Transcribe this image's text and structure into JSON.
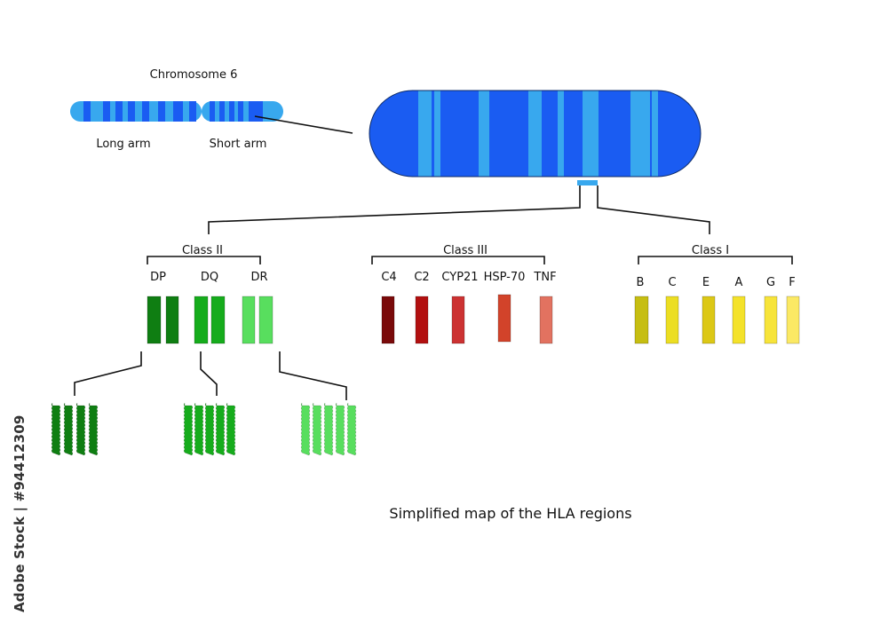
{
  "chromosome": {
    "title": "Chromosome 6",
    "long_arm_label": "Long arm",
    "short_arm_label": "Short arm",
    "body_color": "#1a5cf2",
    "band_color": "#38a8ee"
  },
  "classes": [
    {
      "title": "Class II",
      "genes": [
        "DP",
        "DQ",
        "DR"
      ],
      "colors": [
        "#0f7e12",
        "#16ac1c",
        "#58de5e"
      ]
    },
    {
      "title": "Class III",
      "genes": [
        "C4",
        "C2",
        "CYP21",
        "HSP-70",
        "TNF"
      ],
      "colors": [
        "#7a0a0a",
        "#b21010",
        "#cc3232",
        "#d2432a",
        "#e27260"
      ]
    },
    {
      "title": "Class I",
      "genes": [
        "B",
        "C",
        "E",
        "A",
        "G",
        "F"
      ],
      "colors": [
        "#c6be12",
        "#ecde22",
        "#dcc816",
        "#f4e22a",
        "#f7e43a",
        "#fbe964"
      ]
    }
  ],
  "caption": "Simplified map of the HLA regions",
  "stock_id": "Adobe Stock | #94412309",
  "line_color": "#111111"
}
